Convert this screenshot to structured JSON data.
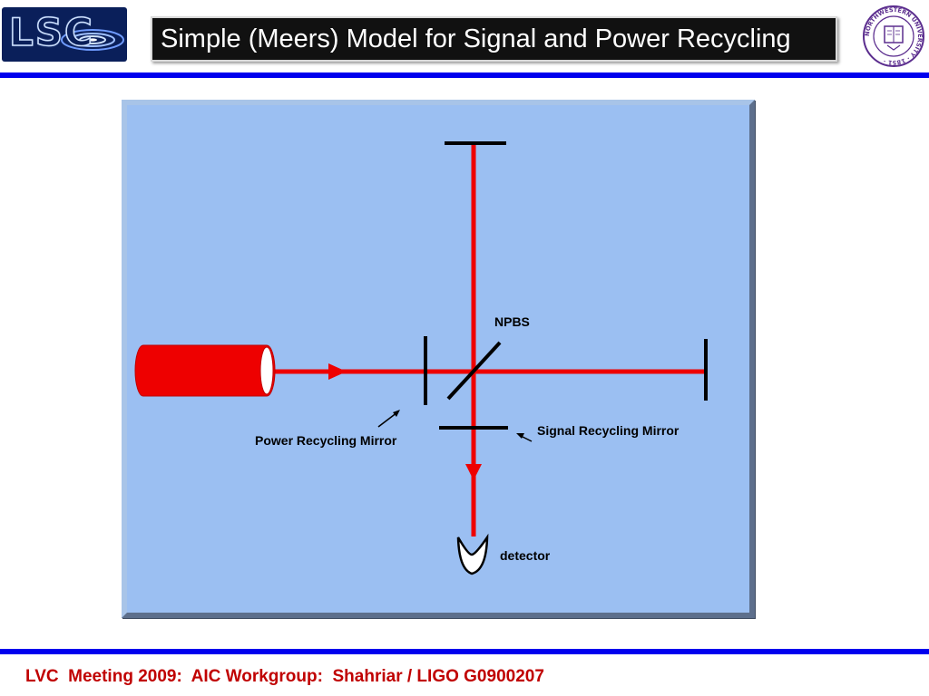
{
  "header": {
    "title": "Simple (Meers) Model for Signal and Power Recycling",
    "left_logo_text": "LSC",
    "right_logo_text": "NORTHWESTERN UNIVERSITY · 1851 ·"
  },
  "diagram": {
    "labels": {
      "npbs": "NPBS",
      "power_recycling_mirror": "Power Recycling Mirror",
      "signal_recycling_mirror": "Signal Recycling Mirror",
      "detector": "detector"
    },
    "colors": {
      "beam": "#ee0000",
      "panel": "#9bbff2",
      "mirror": "#000000"
    }
  },
  "footer": {
    "text": "LVC  Meeting 2009:  AIC Workgroup:  Shahriar / LIGO G0900207"
  },
  "colors": {
    "rule": "#0000ee",
    "footer_text": "#c00000",
    "title_bg": "#111111"
  }
}
